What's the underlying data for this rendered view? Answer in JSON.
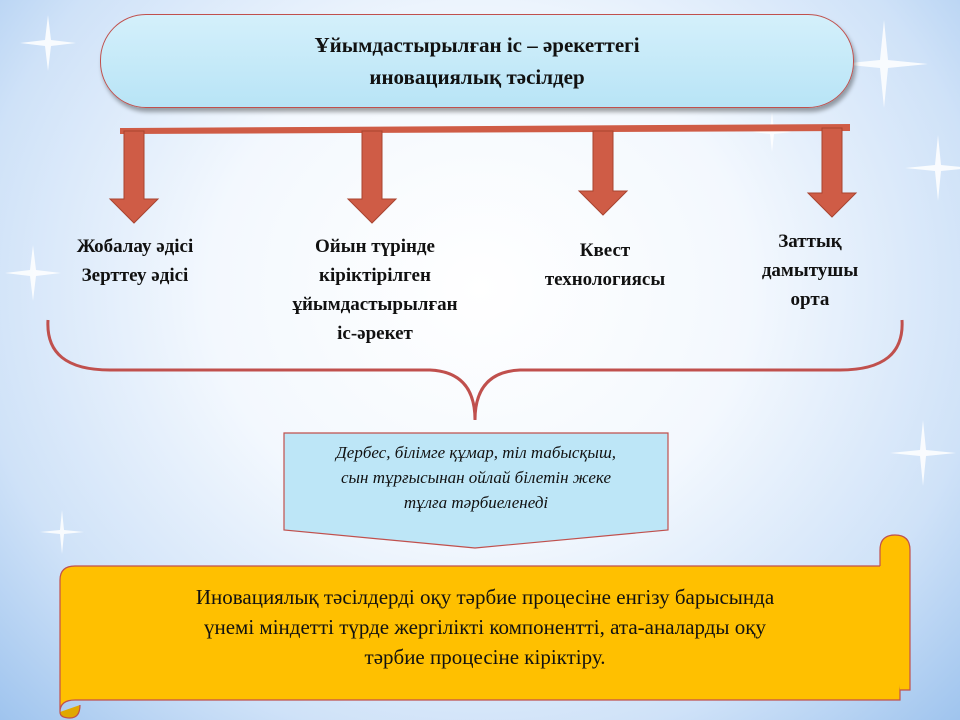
{
  "title": {
    "line1": "Ұйымдастырылған іс  –  әрекеттегі",
    "line2": "иновациялық  тәсілдер"
  },
  "branches": [
    {
      "lines": [
        "Жобалау әдісі",
        "Зерттеу әдісі"
      ]
    },
    {
      "lines": [
        "Ойын түрінде",
        "кіріктірілген",
        "ұйымдастырылған",
        "іс-әрекет"
      ]
    },
    {
      "lines": [
        "Квест",
        "технологиясы"
      ]
    },
    {
      "lines": [
        "Заттық",
        "дамытушы",
        "орта"
      ]
    }
  ],
  "result": {
    "lines": [
      "Дербес, білімге құмар, тіл табысқыш,",
      "сын тұрғысынан ойлай білетін жеке",
      "тұлға тәрбиеленеді"
    ]
  },
  "conclusion": {
    "lines": [
      "Иновациялық тәсілдерді оқу тәрбие процесіне енгізу барысында",
      "үнемі міндетті түрде жергілікті компонентті,  ата-аналарды оқу",
      "тәрбие процесіне кіріктіру."
    ]
  },
  "colors": {
    "arrow": "#cf5c46",
    "scroll": "#ffc000",
    "box": "#bde6f7"
  }
}
